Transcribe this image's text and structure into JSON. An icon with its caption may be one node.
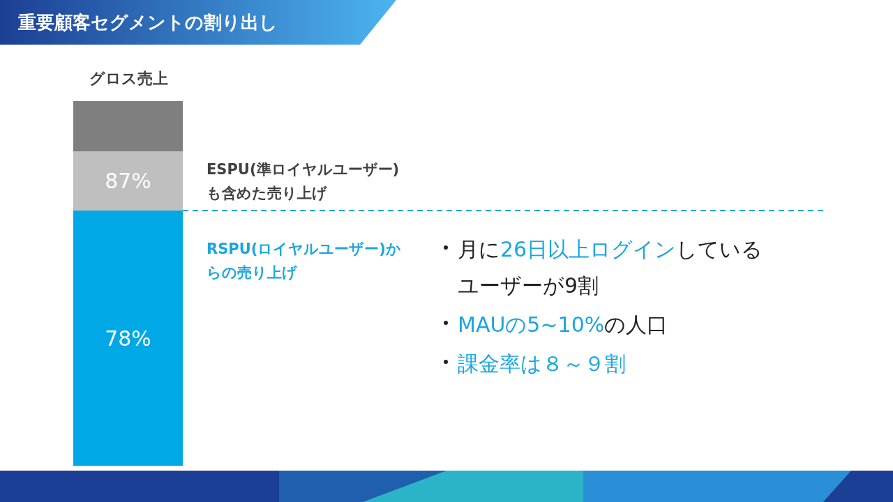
{
  "diagram": {
    "title": "重要顧客セグメントの割り出し",
    "nodes": [
      {
        "text": [],
        "shape": "bar"
      },
      {
        "text": [
          "87%"
        ],
        "beside": [
          "ESPU(準ロイヤルユーザー)も含めた売り上げ"
        ]
      },
      {
        "text": [
          "78%"
        ],
        "beside": [
          "RSPU(ロイヤルユーザー)からの売り上げ"
        ]
      }
    ],
    "edges": [],
    "labels": [
      "グロス売上",
      "月に**26日以上ログイン**しているユーザーが9割",
      "**MAUの5~10%**の人口",
      "**課金率は８～９割**"
    ]
  }
}
